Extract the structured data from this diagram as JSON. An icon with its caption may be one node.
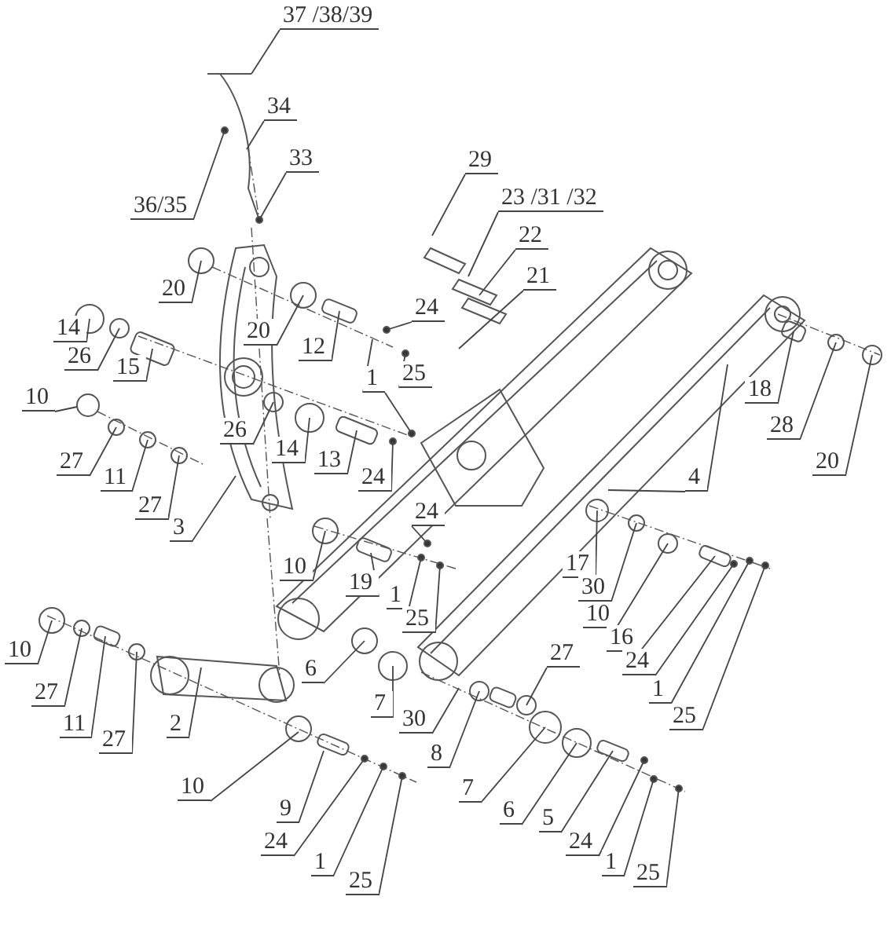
{
  "diagram": {
    "nodes": [
      {
        "text": [
          "37 /38/39"
        ]
      },
      {
        "text": [
          "34"
        ]
      },
      {
        "text": [
          "33"
        ]
      },
      {
        "text": [
          "36/35"
        ]
      },
      {
        "text": [
          "29"
        ]
      },
      {
        "text": [
          "23 /31 /32"
        ]
      },
      {
        "text": [
          "22"
        ]
      },
      {
        "text": [
          "21"
        ]
      },
      {
        "text": [
          "20"
        ]
      },
      {
        "text": [
          "20"
        ]
      },
      {
        "text": [
          "24"
        ]
      },
      {
        "text": [
          "14"
        ]
      },
      {
        "text": [
          "26"
        ]
      },
      {
        "text": [
          "12"
        ]
      },
      {
        "text": [
          "15"
        ]
      },
      {
        "text": [
          "1"
        ]
      },
      {
        "text": [
          "25"
        ]
      },
      {
        "text": [
          "18"
        ]
      },
      {
        "text": [
          "10"
        ]
      },
      {
        "text": [
          "27"
        ]
      },
      {
        "text": [
          "26"
        ]
      },
      {
        "text": [
          "14"
        ]
      },
      {
        "text": [
          "28"
        ]
      },
      {
        "text": [
          "4"
        ]
      },
      {
        "text": [
          "11"
        ]
      },
      {
        "text": [
          "13"
        ]
      },
      {
        "text": [
          "20"
        ]
      },
      {
        "text": [
          "27"
        ]
      },
      {
        "text": [
          "24"
        ]
      },
      {
        "text": [
          "24"
        ]
      },
      {
        "text": [
          "3"
        ]
      },
      {
        "text": [
          "10"
        ]
      },
      {
        "text": [
          "17"
        ]
      },
      {
        "text": [
          "19"
        ]
      },
      {
        "text": [
          "30"
        ]
      },
      {
        "text": [
          "1"
        ]
      },
      {
        "text": [
          "10"
        ]
      },
      {
        "text": [
          "25"
        ]
      },
      {
        "text": [
          "16"
        ]
      },
      {
        "text": [
          "10"
        ]
      },
      {
        "text": [
          "24"
        ]
      },
      {
        "text": [
          "27"
        ]
      },
      {
        "text": [
          "6"
        ]
      },
      {
        "text": [
          "1"
        ]
      },
      {
        "text": [
          "27"
        ]
      },
      {
        "text": [
          "7"
        ]
      },
      {
        "text": [
          "25"
        ]
      },
      {
        "text": [
          "30"
        ]
      },
      {
        "text": [
          "11"
        ]
      },
      {
        "text": [
          "2"
        ]
      },
      {
        "text": [
          "27"
        ]
      },
      {
        "text": [
          "8"
        ]
      },
      {
        "text": [
          "7"
        ]
      },
      {
        "text": [
          "10"
        ]
      },
      {
        "text": [
          "9"
        ]
      },
      {
        "text": [
          "6"
        ]
      },
      {
        "text": [
          "5"
        ]
      },
      {
        "text": [
          "24"
        ]
      },
      {
        "text": [
          "24"
        ]
      },
      {
        "text": [
          "1"
        ]
      },
      {
        "text": [
          "1"
        ]
      },
      {
        "text": [
          "25"
        ]
      },
      {
        "text": [
          "25"
        ]
      }
    ],
    "edges": [
      {
        "from": 0,
        "to": null,
        "arrow": "none"
      },
      {
        "from": 1,
        "to": null,
        "arrow": "none"
      },
      {
        "from": 2,
        "to": null,
        "arrow": "none"
      },
      {
        "from": 3,
        "to": null,
        "arrow": "none"
      },
      {
        "from": 4,
        "to": null,
        "arrow": "none"
      },
      {
        "from": 5,
        "to": null,
        "arrow": "none"
      },
      {
        "from": 6,
        "to": null,
        "arrow": "none"
      },
      {
        "from": 7,
        "to": null,
        "arrow": "none"
      },
      {
        "from": 8,
        "to": null,
        "arrow": "none"
      },
      {
        "from": 9,
        "to": null,
        "arrow": "none"
      },
      {
        "from": 10,
        "to": null,
        "arrow": "none"
      },
      {
        "from": 11,
        "to": null,
        "arrow": "none"
      },
      {
        "from": 12,
        "to": null,
        "arrow": "none"
      },
      {
        "from": 13,
        "to": null,
        "arrow": "none"
      },
      {
        "from": 14,
        "to": null,
        "arrow": "none"
      },
      {
        "from": 15,
        "to": null,
        "arrow": "none"
      },
      {
        "from": 15,
        "to": null,
        "arrow": "none"
      },
      {
        "from": 16,
        "to": null,
        "arrow": "none"
      },
      {
        "from": 17,
        "to": null,
        "arrow": "none"
      },
      {
        "from": 18,
        "to": null,
        "arrow": "none"
      },
      {
        "from": 19,
        "to": null,
        "arrow": "none"
      },
      {
        "from": 20,
        "to": null,
        "arrow": "none"
      },
      {
        "from": 21,
        "to": null,
        "arrow": "none"
      },
      {
        "from": 22,
        "to": null,
        "arrow": "none"
      },
      {
        "from": 23,
        "to": null,
        "arrow": "none"
      },
      {
        "from": 23,
        "to": null,
        "arrow": "none"
      },
      {
        "from": 24,
        "to": null,
        "arrow": "none"
      },
      {
        "from": 25,
        "to": null,
        "arrow": "none"
      },
      {
        "from": 26,
        "to": null,
        "arrow": "none"
      },
      {
        "from": 27,
        "to": null,
        "arrow": "none"
      },
      {
        "from": 28,
        "to": null,
        "arrow": "none"
      },
      {
        "from": 29,
        "to": null,
        "arrow": "none"
      },
      {
        "from": 30,
        "to": null,
        "arrow": "none"
      },
      {
        "from": 31,
        "to": null,
        "arrow": "none"
      },
      {
        "from": 32,
        "to": null,
        "arrow": "none"
      },
      {
        "from": 33,
        "to": null,
        "arrow": "none"
      },
      {
        "from": 34,
        "to": null,
        "arrow": "none"
      },
      {
        "from": 35,
        "to": null,
        "arrow": "none"
      },
      {
        "from": 36,
        "to": null,
        "arrow": "none"
      },
      {
        "from": 37,
        "to": null,
        "arrow": "none"
      },
      {
        "from": 38,
        "to": null,
        "arrow": "none"
      },
      {
        "from": 39,
        "to": null,
        "arrow": "none"
      },
      {
        "from": 40,
        "to": null,
        "arrow": "none"
      },
      {
        "from": 41,
        "to": null,
        "arrow": "none"
      },
      {
        "from": 42,
        "to": null,
        "arrow": "none"
      },
      {
        "from": 43,
        "to": null,
        "arrow": "none"
      },
      {
        "from": 44,
        "to": null,
        "arrow": "none"
      },
      {
        "from": 45,
        "to": null,
        "arrow": "none"
      },
      {
        "from": 46,
        "to": null,
        "arrow": "none"
      },
      {
        "from": 47,
        "to": null,
        "arrow": "none"
      },
      {
        "from": 48,
        "to": null,
        "arrow": "none"
      },
      {
        "from": 49,
        "to": null,
        "arrow": "none"
      },
      {
        "from": 50,
        "to": null,
        "arrow": "none"
      },
      {
        "from": 51,
        "to": null,
        "arrow": "none"
      },
      {
        "from": 52,
        "to": null,
        "arrow": "none"
      },
      {
        "from": 53,
        "to": null,
        "arrow": "none"
      },
      {
        "from": 54,
        "to": null,
        "arrow": "none"
      },
      {
        "from": 55,
        "to": null,
        "arrow": "none"
      },
      {
        "from": 56,
        "to": null,
        "arrow": "none"
      },
      {
        "from": 57,
        "to": null,
        "arrow": "none"
      },
      {
        "from": 58,
        "to": null,
        "arrow": "none"
      },
      {
        "from": 59,
        "to": null,
        "arrow": "none"
      },
      {
        "from": 60,
        "to": null,
        "arrow": "none"
      },
      {
        "from": 61,
        "to": null,
        "arrow": "none"
      },
      {
        "from": 62,
        "to": null,
        "arrow": "none"
      }
    ]
  }
}
